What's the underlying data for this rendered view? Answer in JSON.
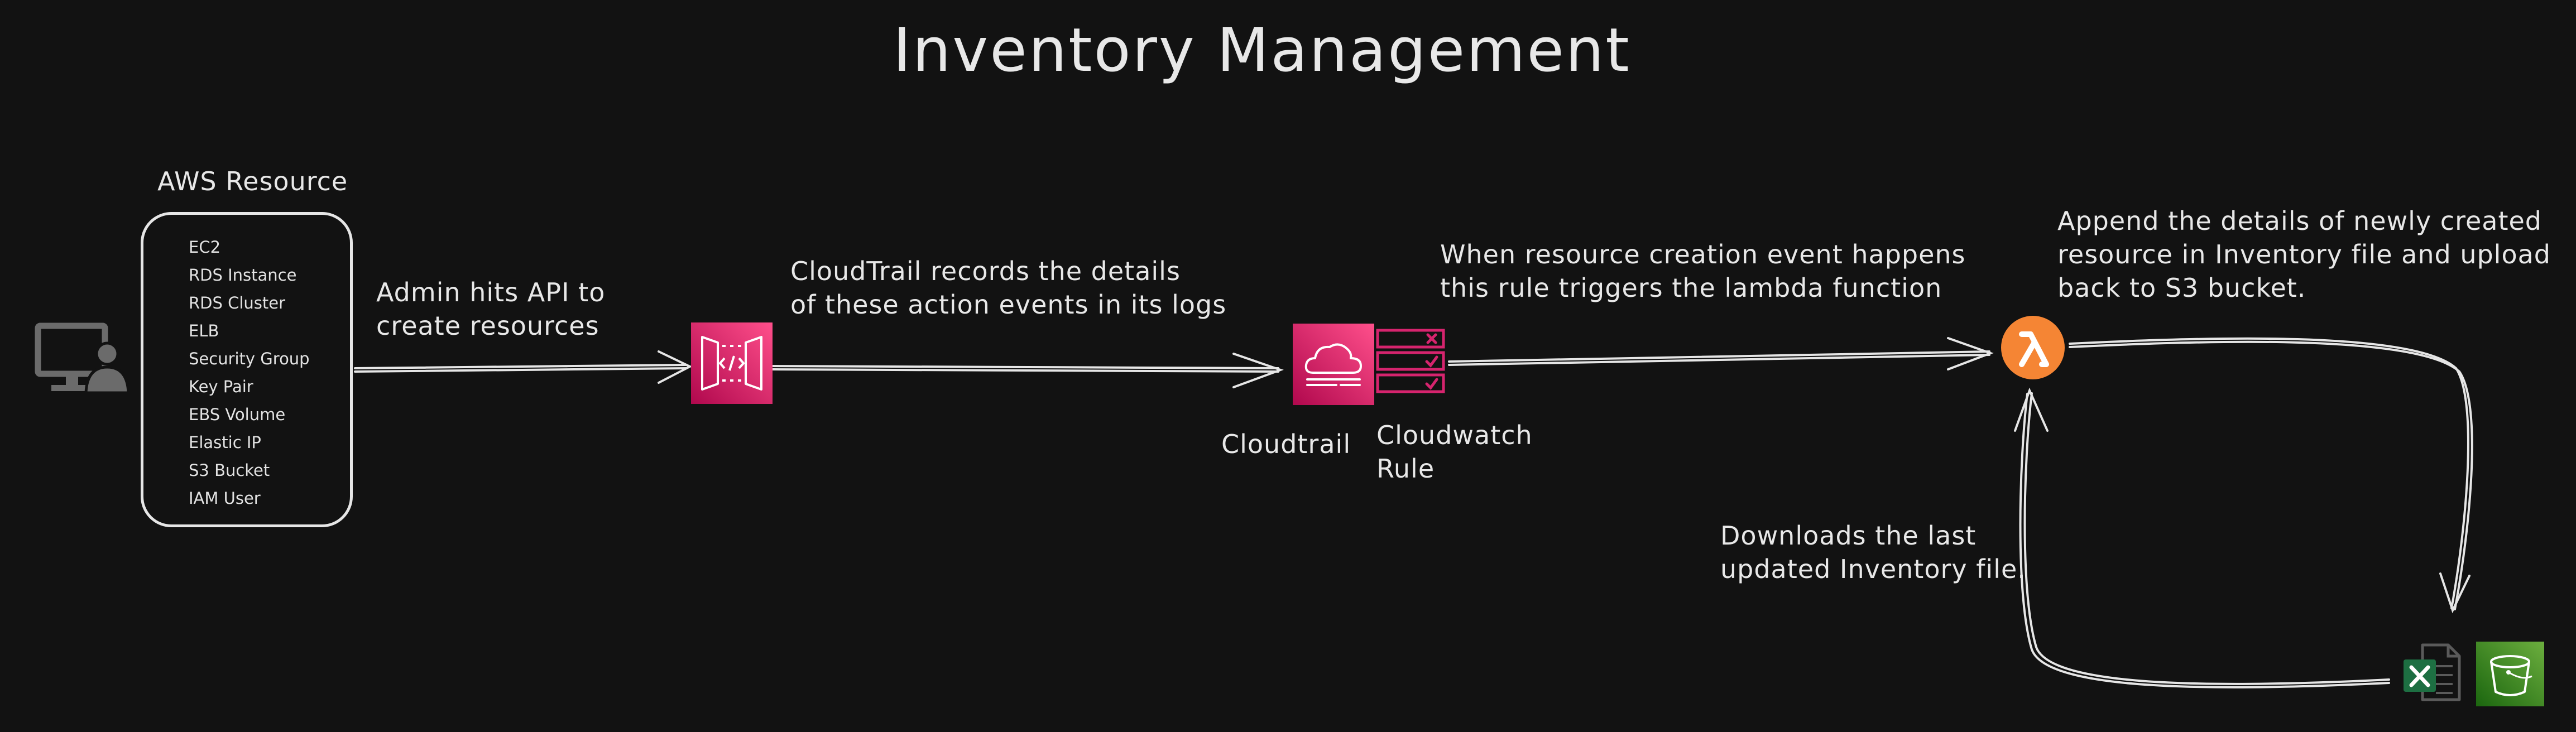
{
  "diagram": {
    "title": "Inventory Management",
    "aws_resource": {
      "title": "AWS Resource",
      "items": [
        "EC2",
        "RDS Instance",
        "RDS Cluster",
        "ELB",
        "Security Group",
        "Key Pair",
        "EBS Volume",
        "Elastic IP",
        "S3 Bucket",
        "IAM User"
      ]
    },
    "labels": {
      "admin_api": [
        "Admin hits API to",
        "create resources"
      ],
      "cloudtrail_records": [
        "CloudTrail records the details",
        "of these action events in its logs"
      ],
      "rule_trigger": [
        "When resource creation event happens",
        "this rule triggers the lambda function"
      ],
      "append_details": [
        "Append the details of newly created",
        "resource in Inventory file and upload",
        "back to S3 bucket."
      ],
      "downloads": [
        "Downloads the last",
        "updated Inventory file."
      ],
      "cloudtrail": "Cloudtrail",
      "cloudwatch_rule": [
        "Cloudwatch",
        "Rule"
      ]
    },
    "colors": {
      "background": "#121212",
      "stroke": "#e6e6e6",
      "aws_pink": "#d6246e",
      "lambda_orange": "#f58534",
      "excel_green": "#1d6f42",
      "s3_green": "#3f8624"
    },
    "icons": [
      "admin-user-icon",
      "api-gateway-icon",
      "cloudtrail-icon",
      "cloudwatch-rule-icon",
      "lambda-icon",
      "excel-file-icon",
      "s3-bucket-icon"
    ]
  }
}
